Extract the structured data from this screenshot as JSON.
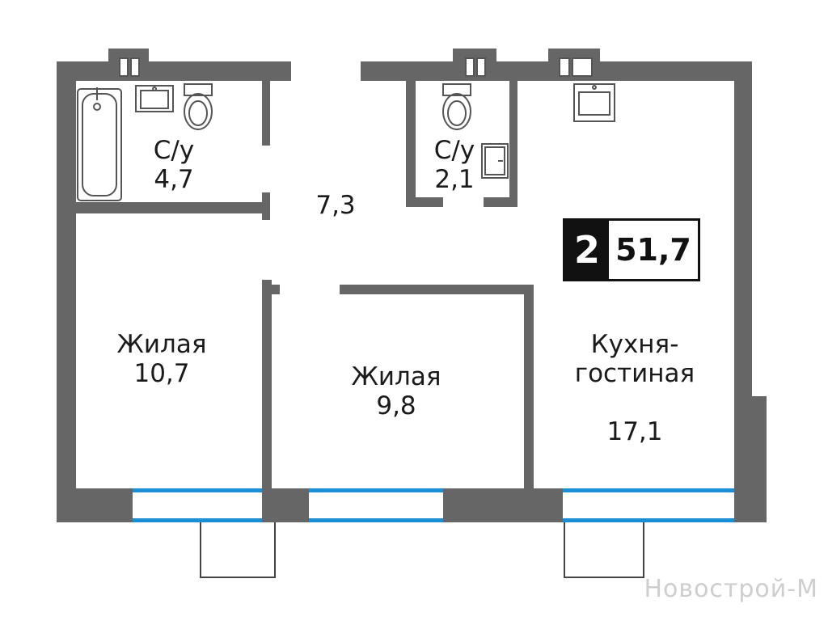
{
  "colors": {
    "wall": "#666666",
    "window": "#1b8fd6",
    "fixture": "#555555",
    "text": "#1a1a1a"
  },
  "rooms": [
    {
      "name": "С/у",
      "area": "4,7"
    },
    {
      "name": "С/у",
      "area": "2,1"
    },
    {
      "name": "",
      "area": "7,3"
    },
    {
      "name": "Жилая",
      "area": "10,7"
    },
    {
      "name": "Жилая",
      "area": "9,8"
    },
    {
      "name": "Кухня-\nгостиная",
      "area": "17,1"
    }
  ],
  "badge": {
    "rooms": "2",
    "total_area": "51,7"
  },
  "watermark": "Новострой-М",
  "icons": [
    "bathtub-icon",
    "sink-icon",
    "toilet-icon",
    "shower-icon",
    "kitchen-sink-icon",
    "ventilation-shaft-icon"
  ]
}
